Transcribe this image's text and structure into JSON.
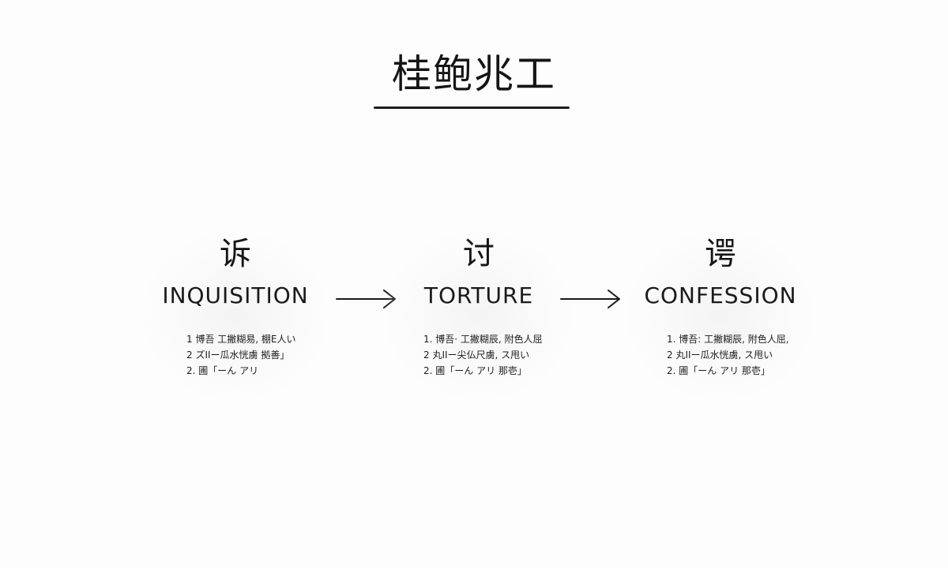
{
  "title": "桂鲍兆工",
  "stages": [
    {
      "char": "诉",
      "label": "INQUISITION",
      "notes": [
        "1  博吾 工撇糊易,  棚E人い",
        "2  ズIIー瓜水恍虜  拠善」",
        "2.  圃「ーん アリ"
      ]
    },
    {
      "char": "讨",
      "label": "TORTURE",
      "notes": [
        "1.  博吾· 工撇糊辰,  附色人屈",
        "2  丸IIー尖仏尺虜,  ス甩い",
        "2.  圃「ーん アリ      那壱」"
      ]
    },
    {
      "char": "谔",
      "label": "CONFESSION",
      "notes": [
        "1.  博吾: 工撇糊辰,  附色人屈,",
        "2  丸IIー瓜水恍虜,  ス甩い",
        "2.  圃「ーん アリ      那壱」"
      ]
    }
  ],
  "icons": {
    "arrow": "arrow-right-icon"
  }
}
